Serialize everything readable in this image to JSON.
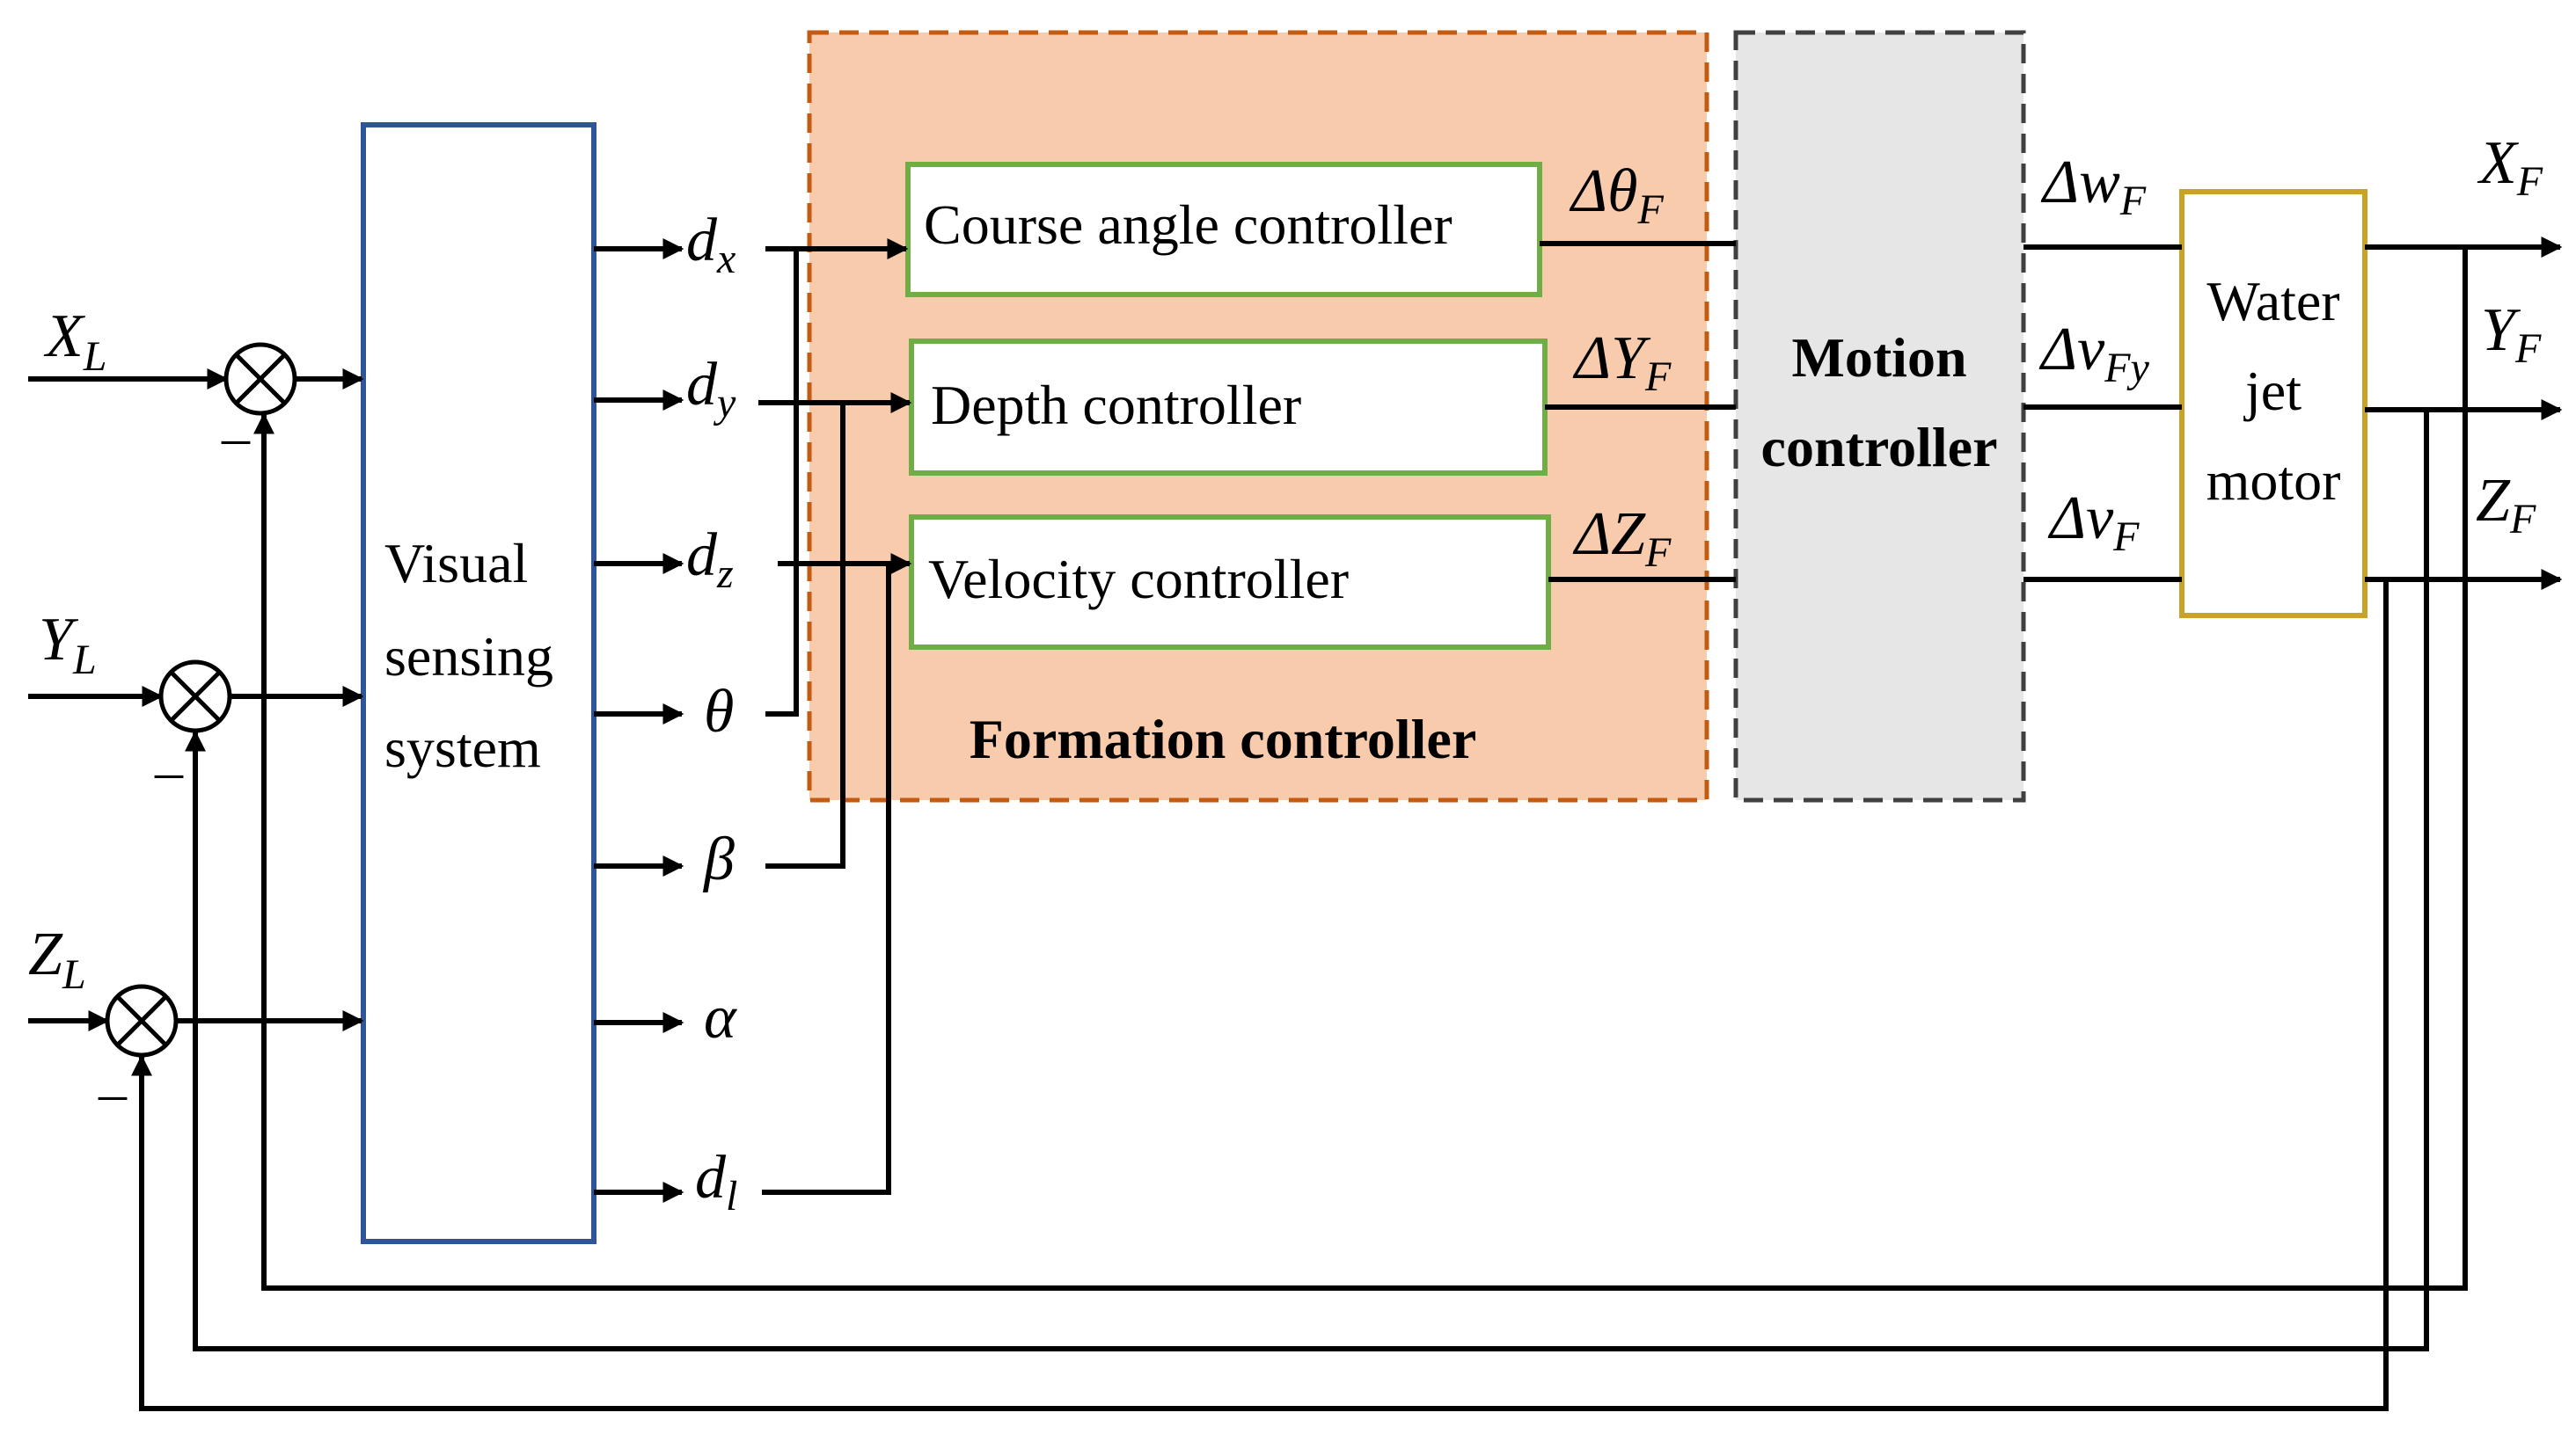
{
  "blocks": {
    "visual_sensing": [
      "Visual",
      "sensing",
      "system"
    ],
    "course_angle": "Course angle controller",
    "depth": "Depth controller",
    "velocity": "Velocity controller",
    "formation": "Formation controller",
    "motion": [
      "Motion",
      "controller"
    ],
    "water_jet": [
      "Water",
      "jet",
      "motor"
    ]
  },
  "inputs": {
    "x": {
      "base": "X",
      "sub": "L"
    },
    "y": {
      "base": "Y",
      "sub": "L"
    },
    "z": {
      "base": "Z",
      "sub": "L"
    }
  },
  "minus_sign": "–",
  "sensed": {
    "dx": {
      "base": "d",
      "sub": "x"
    },
    "dy": {
      "base": "d",
      "sub": "y"
    },
    "dz": {
      "base": "d",
      "sub": "z"
    },
    "theta": "θ",
    "beta": "β",
    "alpha": "α",
    "dl": {
      "base": "d",
      "sub": "l"
    }
  },
  "controller_outputs": {
    "dtheta": {
      "base": "Δθ",
      "sub": "F"
    },
    "dY": {
      "base": "ΔY",
      "sub": "F"
    },
    "dZ": {
      "base": "ΔZ",
      "sub": "F"
    }
  },
  "motion_outputs": {
    "dw": {
      "base": "Δw",
      "sub": "F"
    },
    "dvy": {
      "base": "Δv",
      "sub": "Fy"
    },
    "dv": {
      "base": "Δv",
      "sub": "F"
    }
  },
  "outputs": {
    "x": {
      "base": "X",
      "sub": "F"
    },
    "y": {
      "base": "Y",
      "sub": "F"
    },
    "z": {
      "base": "Z",
      "sub": "F"
    }
  },
  "colors": {
    "formation_fill": "#f8cbad",
    "formation_border": "#c55a11",
    "motion_fill": "#e7e6e6",
    "motion_border": "#404040",
    "controller_border": "#70ad47",
    "sensing_border": "#2e5597",
    "water_jet_border": "#c9a227"
  }
}
